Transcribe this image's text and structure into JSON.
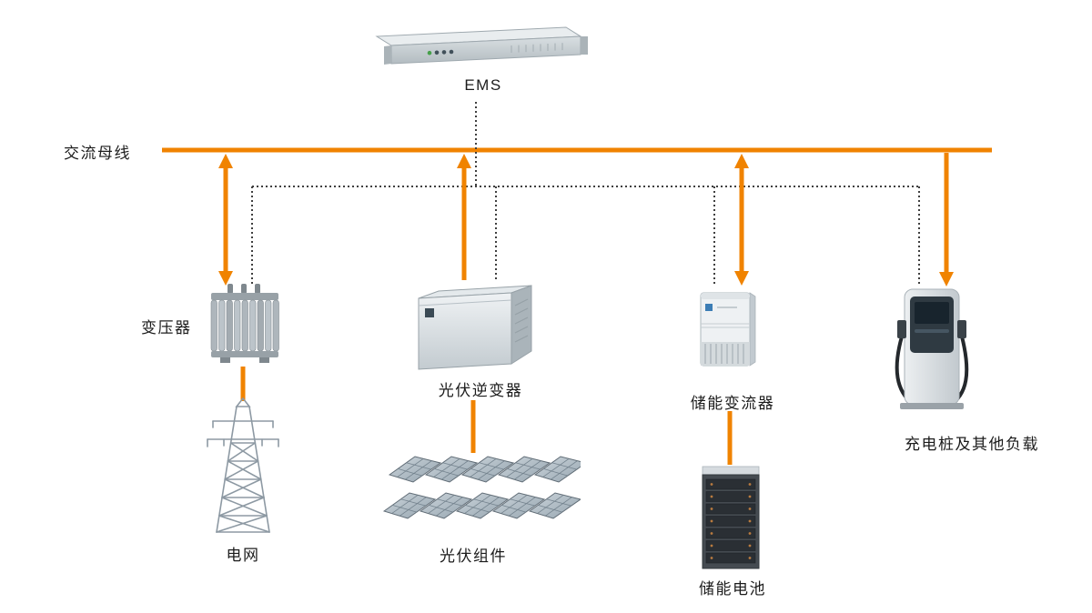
{
  "diagram": {
    "accent_color": "#F08300",
    "dotted_line_color": "#3F3F3F",
    "background_color": "#FFFFFF",
    "nodes": {
      "ems": {
        "label": "EMS",
        "icon": "rack-server-icon"
      },
      "ac_bus": {
        "label": "交流母线"
      },
      "transformer": {
        "label": "变压器",
        "icon": "transformer-icon"
      },
      "grid": {
        "label": "电网",
        "icon": "transmission-tower-icon"
      },
      "pv_inverter": {
        "label": "光伏逆变器",
        "icon": "inverter-cabinet-icon"
      },
      "pv_modules": {
        "label": "光伏组件",
        "icon": "solar-panels-icon"
      },
      "storage_converter": {
        "label": "储能变流器",
        "icon": "pcs-inverter-icon"
      },
      "storage_battery": {
        "label": "储能电池",
        "icon": "battery-cabinet-icon"
      },
      "charging_load": {
        "label": "充电桩及其他负载",
        "icon": "ev-charger-icon"
      }
    },
    "links": {
      "grid_to_bus": "bidirectional",
      "pv_to_bus": "to-bus",
      "storage_to_bus": "bidirectional",
      "bus_to_load": "from-bus"
    }
  }
}
